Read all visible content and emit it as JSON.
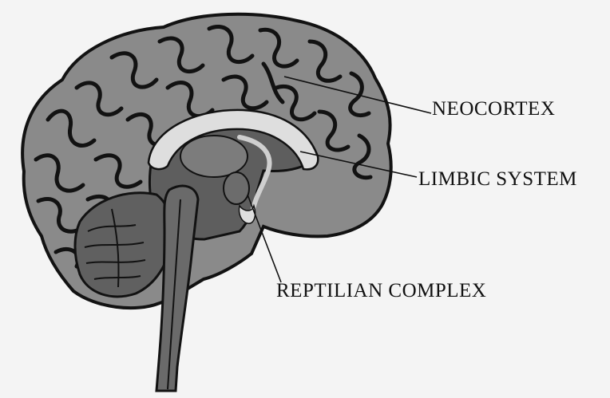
{
  "diagram": {
    "labels": {
      "neocortex": "NEOCORTEX",
      "limbic": "LIMBIC  SYSTEM",
      "reptilian": "REPTILIAN COMPLEX"
    },
    "colors": {
      "background": "#f4f4f4",
      "cortex": "#8a8a8a",
      "sulci": "#121212",
      "corpus_callosum": "#dedede",
      "inner_region": "#5e5e5e",
      "thalamus": "#7c7c7c",
      "cerebellum": "#606060",
      "brainstem": "#6a6a6a",
      "leader_lines": "#111111"
    }
  }
}
